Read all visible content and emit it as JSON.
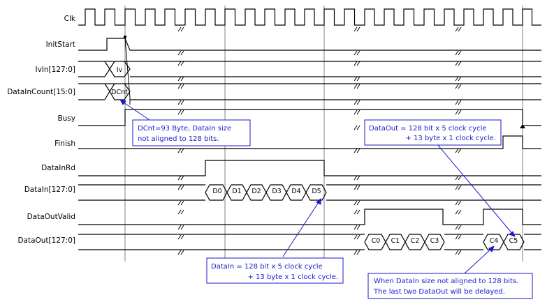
{
  "signals": [
    {
      "id": "clk",
      "label": "Clk"
    },
    {
      "id": "initstart",
      "label": "InitStart"
    },
    {
      "id": "ivin",
      "label": "IvIn[127:0]"
    },
    {
      "id": "dataincount",
      "label": "DataInCount[15:0]"
    },
    {
      "id": "busy",
      "label": "Busy"
    },
    {
      "id": "finish",
      "label": "Finish"
    },
    {
      "id": "datainrd",
      "label": "DataInRd"
    },
    {
      "id": "datain",
      "label": "DataIn[127:0]"
    },
    {
      "id": "dataoutvalid",
      "label": "DataOutValid"
    },
    {
      "id": "dataout",
      "label": "DataOut[127:0]"
    }
  ],
  "bus_values": {
    "ivin": [
      "Iv"
    ],
    "dataincount": [
      "DCnt"
    ],
    "datain": [
      "D0",
      "D1",
      "D2",
      "D3",
      "D4",
      "D5"
    ],
    "dataout": [
      "C0",
      "C1",
      "C2",
      "C3",
      "C4",
      "C5"
    ]
  },
  "annotations": [
    {
      "id": "dcnt-note",
      "lines": [
        "DCnt=93 Byte, DataIn size",
        "not aligned to 128 bits."
      ]
    },
    {
      "id": "dataout-note",
      "lines": [
        "DataOut = 128 bit x 5 clock cycle",
        "+ 13 byte x 1 clock cycle."
      ]
    },
    {
      "id": "datain-note",
      "lines": [
        "DataIn = 128 bit x 5 clock cycle",
        "+ 13 byte x 1 clock cycle."
      ]
    },
    {
      "id": "delay-note",
      "lines": [
        "When DataIn size not aligned to 128 bits.",
        "The last two DataOut will be delayed."
      ]
    }
  ],
  "colors": {
    "signal": "#000000",
    "grid": "#808080",
    "note": "#1a1acc",
    "note_fill": "#ffffff"
  }
}
